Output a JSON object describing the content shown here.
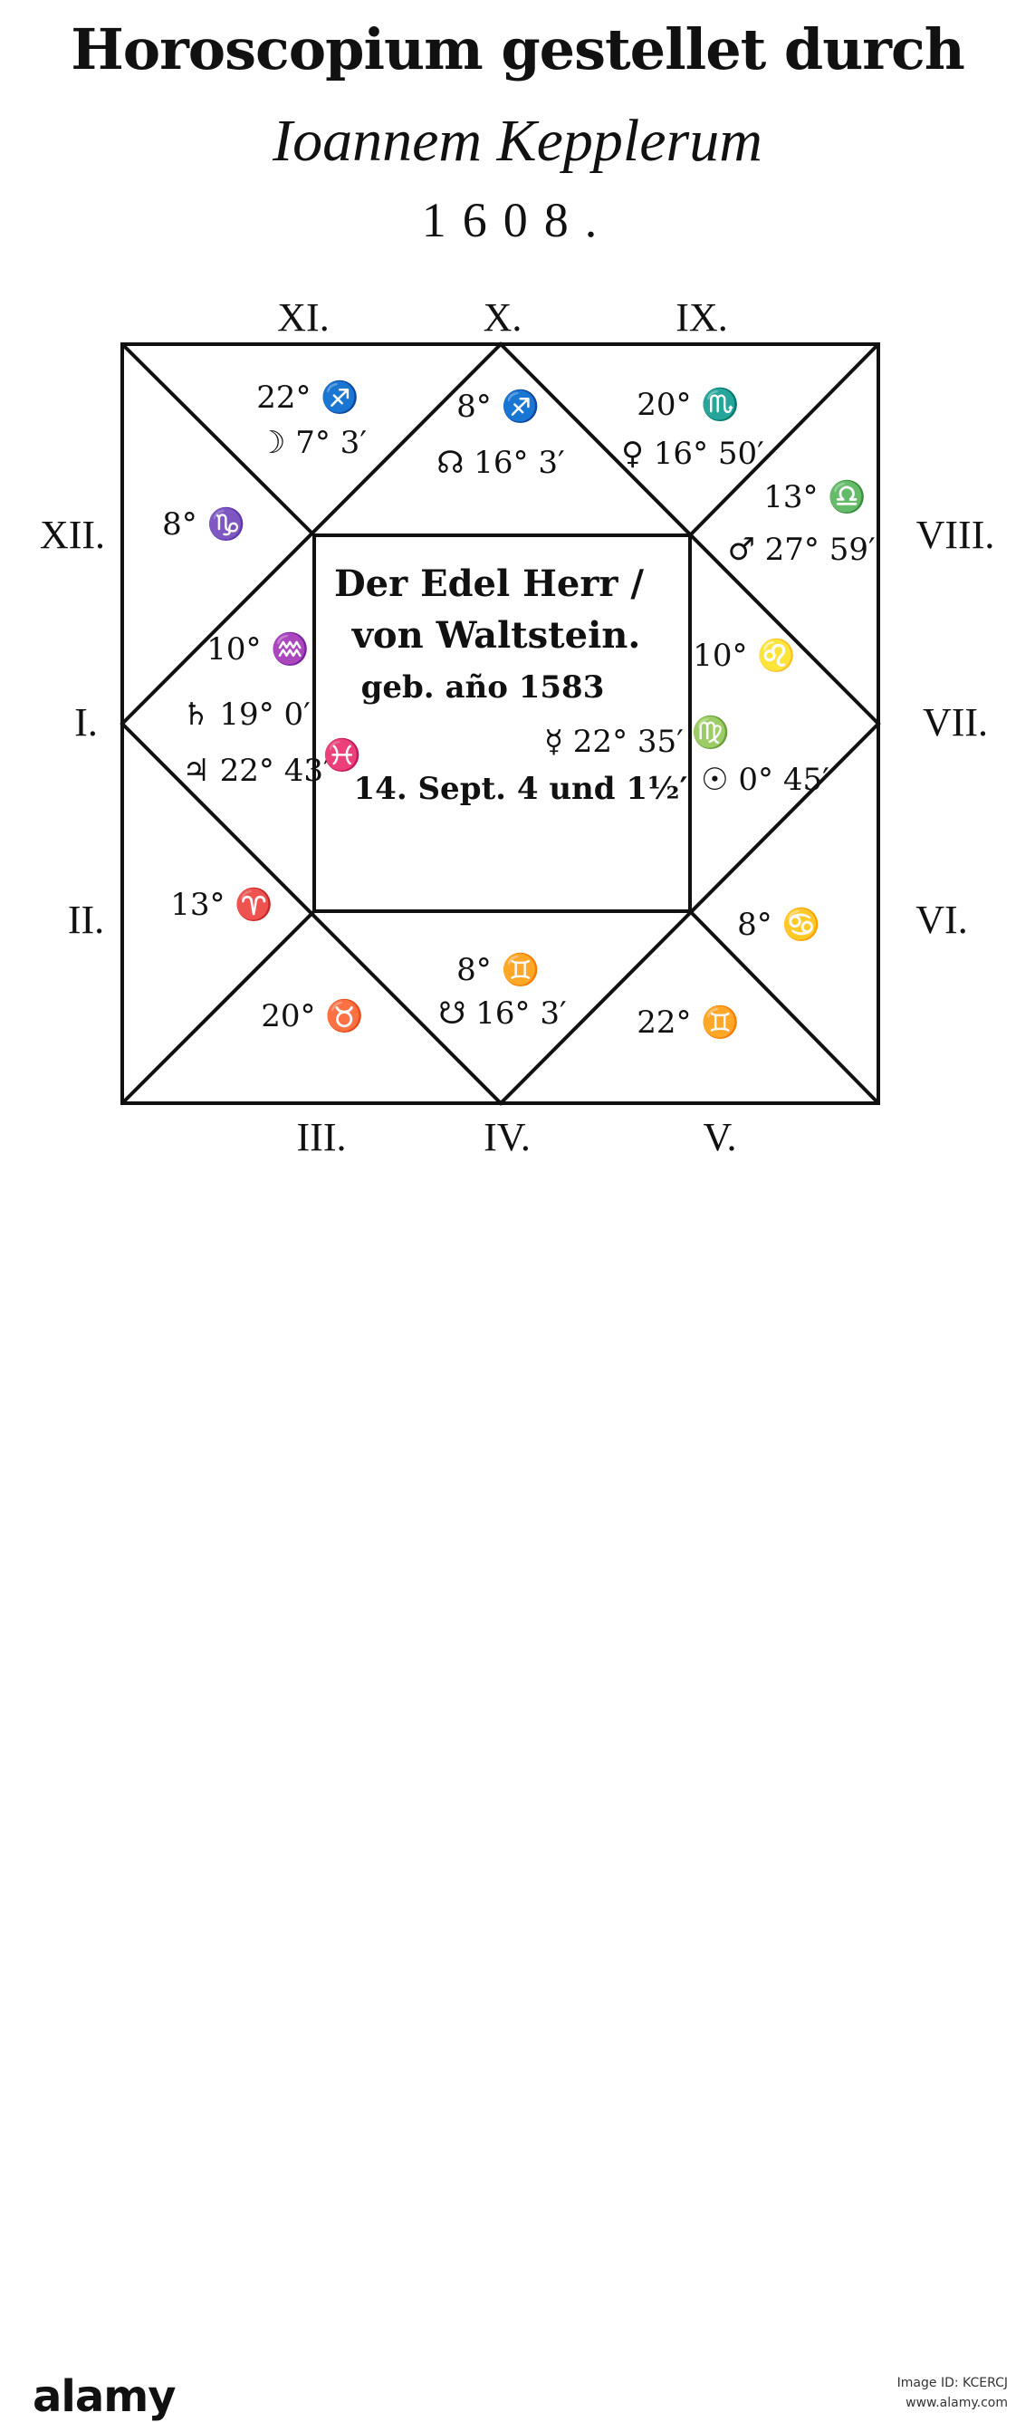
{
  "title": {
    "line1": "Horoscopium gestellet durch",
    "line2": "Ioannem Kepplerum",
    "year": "1608."
  },
  "houses": {
    "XI": "XI.",
    "X": "X.",
    "IX": "IX.",
    "XII": "XII.",
    "VIII": "VIII.",
    "I": "I.",
    "VII": "VII.",
    "II": "II.",
    "VI": "VI.",
    "III": "III.",
    "IV": "IV.",
    "V": "V."
  },
  "cells": {
    "h11_l1": "22° ♐",
    "h11_l2": "☽ 7° 3′",
    "h10_l1": "8° ♐",
    "h10_l2": "☊ 16° 3′",
    "h9_l1": "20° ♏",
    "h9_l2": "♀ 16° 50′",
    "h12_l1": "8° ♑",
    "h8_l1": "13° ♎",
    "h8_l2": "♂ 27° 59′",
    "h1_l1": "10° ♒",
    "h1_l2": "♄ 19° 0′",
    "h1_l3": "♃ 22° 43′",
    "h1_sign": "♓",
    "h7_l1": "10° ♌",
    "h7_sign": "♍",
    "h7_l2": "☉ 0° 45′",
    "h2_l1": "13° ♈",
    "h6_l1": "8° ♋",
    "h4_l1": "8° ♊",
    "h4_l2": "☋ 16° 3′",
    "h3_l1": "20° ♉",
    "h5_l1": "22° ♊"
  },
  "center": {
    "line1": "Der Edel Herr /",
    "line2": "von Waltstein.",
    "line3": "geb. año 1583",
    "mercury": "☿ 22° 35′",
    "line4": "14. Sept. 4 und 1½′"
  },
  "footer": {
    "logo": "alamy",
    "image_id": "Image ID: KCERCJ",
    "site": "www.alamy.com"
  }
}
